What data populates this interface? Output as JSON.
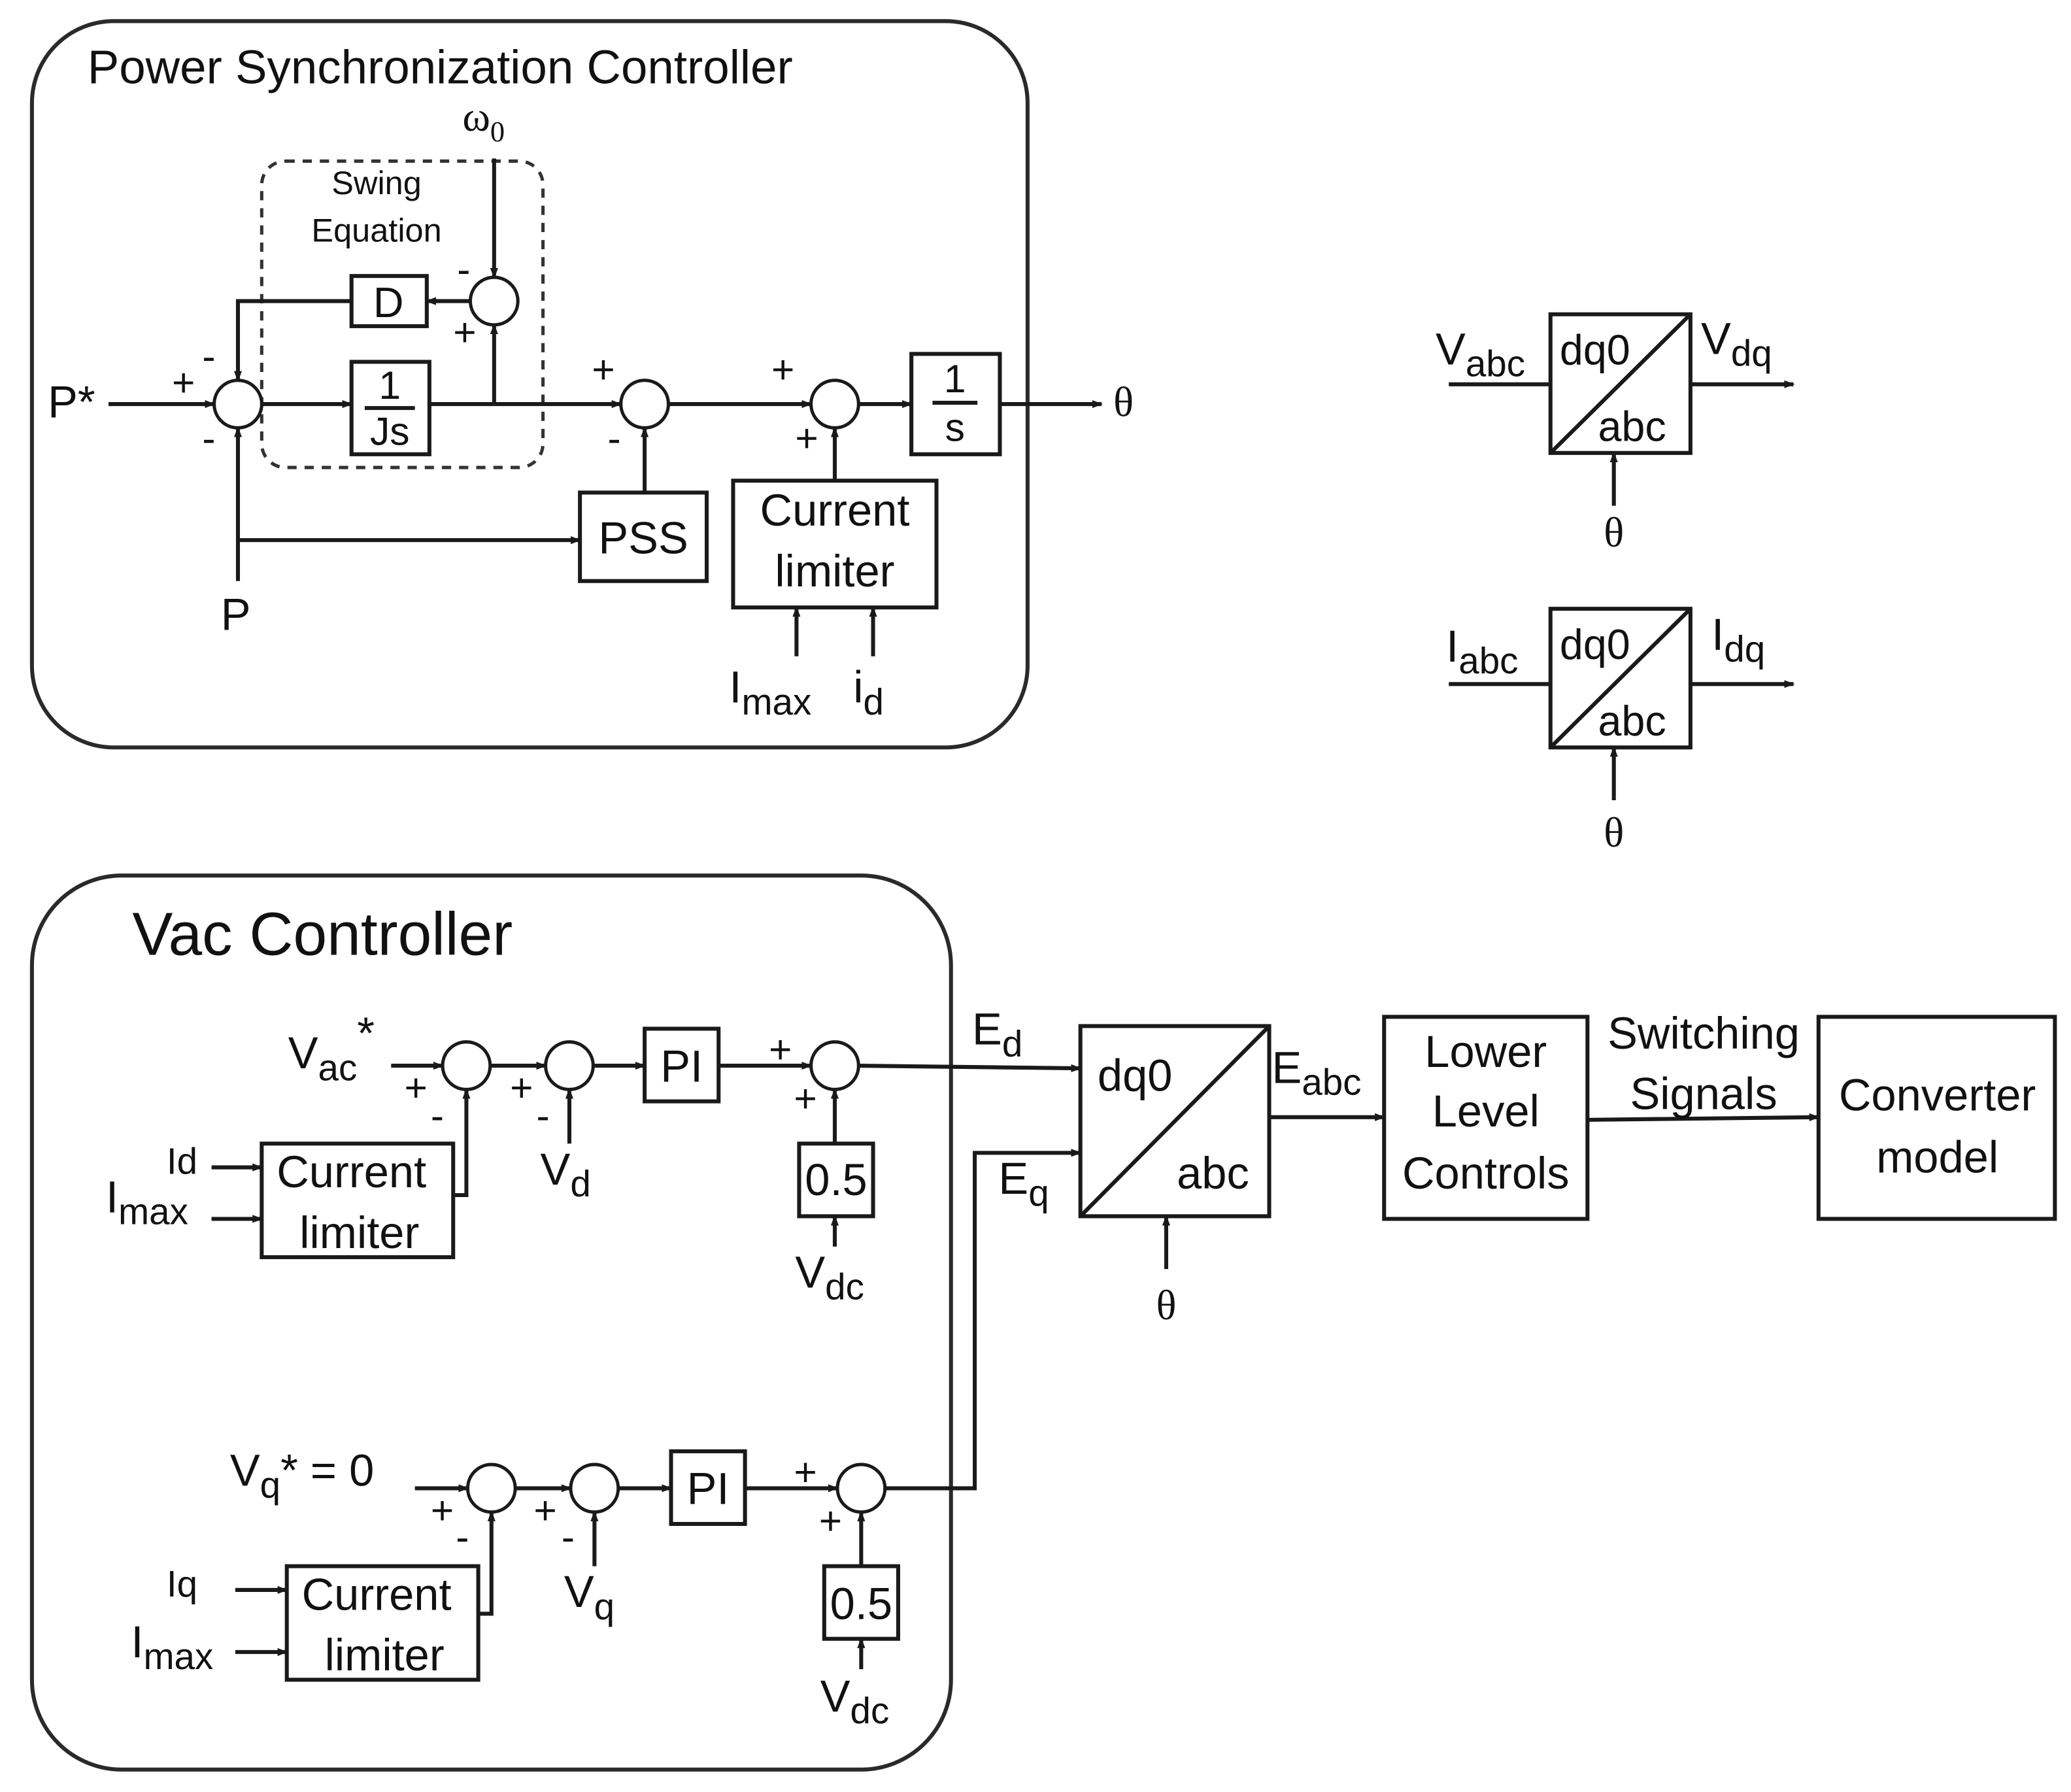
{
  "titles": {
    "psc": "Power Synchronization Controller",
    "vac": "Vac Controller",
    "swing": [
      "Swing",
      "Equation"
    ]
  },
  "blocks": {
    "D": "D",
    "inv_js_num": "1",
    "inv_js_den": "Js",
    "inv_s_num": "1",
    "inv_s_den": "s",
    "pss": "PSS",
    "current_limiter": [
      "Current",
      "limiter"
    ],
    "pi": "PI",
    "gain": "0.5",
    "dq0": "dq0",
    "abc": "abc",
    "lower_level": [
      "Lower",
      "Level",
      "Controls"
    ],
    "converter": [
      "Converter",
      "model"
    ],
    "switching": [
      "Switching",
      "Signals"
    ]
  },
  "signals": {
    "p_star": "P*",
    "p": "P",
    "omega": "ω",
    "omega_sub": "0",
    "theta": "θ",
    "i_base": "I",
    "i_lower": "i",
    "v_base": "V",
    "e_base": "E",
    "sub_max": "max",
    "sub_d": "d",
    "sub_q": "q",
    "sub_dc": "dc",
    "sub_abc": "abc",
    "sub_dq": "dq",
    "sub_ac": "ac",
    "star": "*",
    "star_eq": "* = 0",
    "id_text": "Id",
    "iq_text": "Iq"
  },
  "signs": {
    "plus": "+",
    "minus": "-"
  }
}
